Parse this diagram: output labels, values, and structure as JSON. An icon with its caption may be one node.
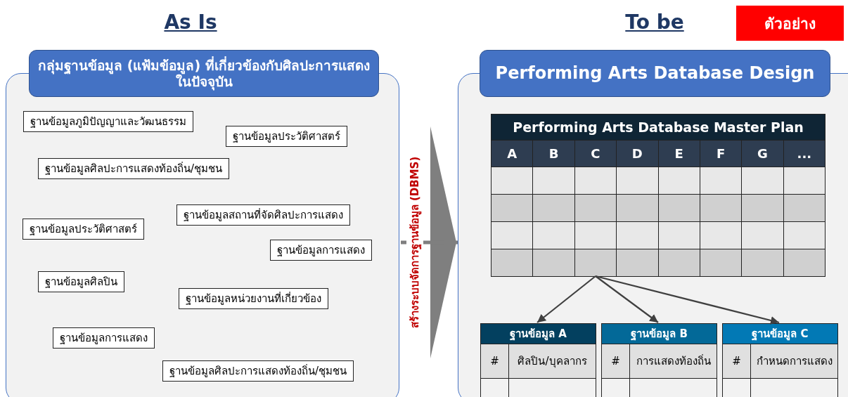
{
  "diagram": {
    "nodes": [
      {
        "text": [
          "กลุ่มฐานข้อมูล (แฟ้มข้อมูล) ที่เกี่ยวข้องกับศิลปะการแสดงในปัจจุบัน"
        ]
      },
      {
        "text": [
          "ฐานข้อมูลภูมิปัญญาและวัฒนธรรม"
        ],
        "in": 0
      },
      {
        "text": [
          "ฐานข้อมูลประวัติศาสตร์"
        ],
        "in": 0
      },
      {
        "text": [
          "ฐานข้อมูลศิลปะการแสดงท้องถิ่น/ชุมชน"
        ],
        "in": 0
      },
      {
        "text": [
          "ฐานข้อมูลสถานที่จัดศิลปะการแสดง"
        ],
        "in": 0
      },
      {
        "text": [
          "ฐานข้อมูลประวัติศาสตร์"
        ],
        "in": 0
      },
      {
        "text": [
          "ฐานข้อมูลการแสดง"
        ],
        "in": 0
      },
      {
        "text": [
          "ฐานข้อมูลศิลปิน"
        ],
        "in": 0
      },
      {
        "text": [
          "ฐานข้อมูลหน่วยงานที่เกี่ยวข้อง"
        ],
        "in": 0
      },
      {
        "text": [
          "ฐานข้อมูลการแสดง"
        ],
        "in": 0
      },
      {
        "text": [
          "ฐานข้อมูลศิลปะการแสดงท้องถิ่น/ชุมชน"
        ],
        "in": 0
      },
      {
        "text": [
          "ตัวอย่าง"
        ]
      },
      {
        "text": [
          "Performing Arts Database Design"
        ]
      },
      {
        "text": [
          "Performing Arts Database Master Plan",
          "A",
          "B",
          "C",
          "D",
          "E",
          "F",
          "G",
          "..."
        ],
        "in": 12
      },
      {
        "text": [
          "ฐานข้อมูล A",
          "#",
          "ศิลปิน/บุคลากร"
        ],
        "in": 12
      },
      {
        "text": [
          "ฐานข้อมูล B",
          "#",
          "การแสดงท้องถิ่น"
        ],
        "in": 12
      },
      {
        "text": [
          "ฐานข้อมูล C",
          "#",
          "กำหนดการแสดง"
        ],
        "in": 12
      }
    ],
    "edges": [
      {
        "from": 0,
        "to": 12,
        "arrow": "to",
        "label": "สร้างระบบจัดการฐานข้อมูล (DBMS)",
        "style": "thick",
        "color": "#7f7f7f"
      },
      {
        "from": 13,
        "to": 14,
        "arrow": "to"
      },
      {
        "from": 13,
        "to": 15,
        "arrow": "to"
      },
      {
        "from": 13,
        "to": 16,
        "arrow": "to"
      }
    ],
    "labels": [
      "As Is",
      "To be"
    ]
  }
}
